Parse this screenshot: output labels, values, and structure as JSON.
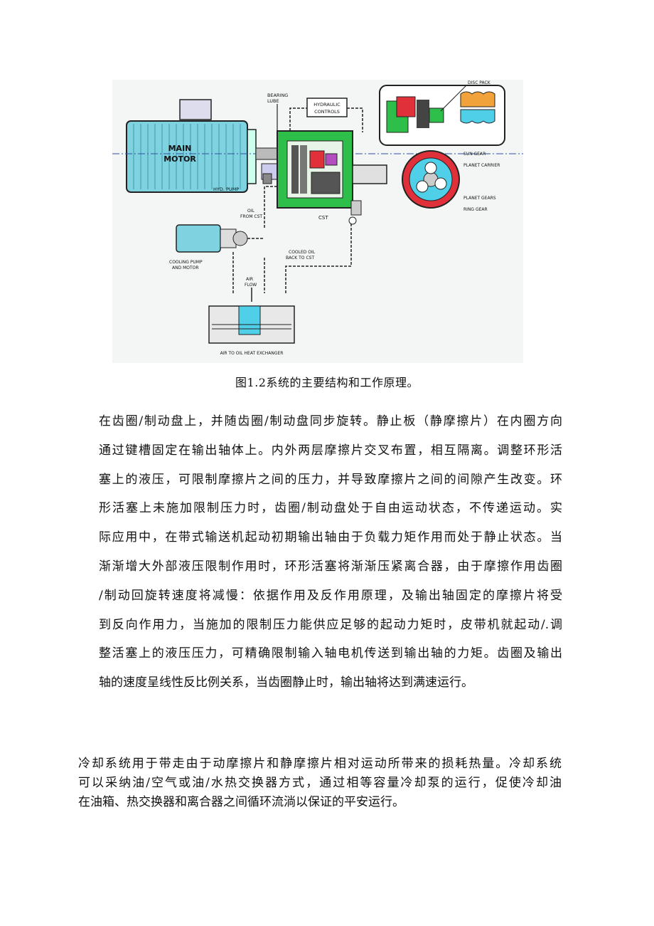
{
  "figure": {
    "labels": {
      "bearing_lube": [
        "BEARING",
        "LUBE"
      ],
      "hydraulic_controls": [
        "HYDRAULIC",
        "CONTROLS"
      ],
      "main_motor": [
        "MAIN",
        "MOTOR"
      ],
      "hyd_pump": "HYD. PUMP",
      "oil_from_cst": [
        "OIL",
        "FROM CST"
      ],
      "cst": "CST",
      "cooling_pump": [
        "COOLING PUMP",
        "AND MOTOR"
      ],
      "cooled_oil": [
        "COOLED OIL",
        "BACK TO CST"
      ],
      "air_flow": [
        "AIR",
        "FLOW"
      ],
      "heat_exchanger": "AIR TO OIL HEAT EXCHANGER",
      "disc_pack": "DISC PACK",
      "sun_gear": "SUN GEAR",
      "planet_carrier": "PLANET CARRIER",
      "planet_gears": "PLANET GEARS",
      "ring_gear": "RING GEAR"
    },
    "colors": {
      "motor": "#7fd3e0",
      "housing": "#2dbf4a",
      "disc": "#e0313a",
      "gear_orange": "#f2a23a",
      "gear_cyan": "#4fd0e8",
      "outline": "#1a1a1a"
    }
  },
  "caption": "图1.2系统的主要结构和工作原理。",
  "paragraph1": [
    "在齿圈/制动盘上，并随齿圈/制动盘同步旋转。静止板（静摩擦片）在内圈方向",
    "通过键槽固定在输出轴体上。内外两层摩擦片交叉布置，相互隔离。调整环形活",
    "塞上的液压，可限制摩擦片之间的压力，并导致摩擦片之间的间隙产生改变。环",
    "形活塞上未施加限制压力时，齿圈/制动盘处于自由运动状态，不传递运动。实",
    "际应用中，在带式输送机起动初期输出轴由于负载力矩作用而处于静止状态。当",
    "渐渐增大外部液压限制作用时，环形活塞将渐渐压紧离合器，由于摩擦作用齿圈",
    "/制动回旋转速度将减慢：依据作用及反作用原理，及输出轴固定的摩擦片将受",
    "到反向作用力，当施加的限制压力能供应足够的起动力矩时，皮带机就起动/.调",
    "整活塞上的液压压力，可精确限制输入轴电机传送到输出轴的力矩。齿圈及输出",
    "轴的速度呈线性反比例关系，当齿圈静止时，输出轴将达到满速运行。"
  ],
  "paragraph2": [
    "冷却系统用于带走由于动摩擦片和静摩擦片相对运动所带来的损耗热量。冷却系统",
    "可以采纳油/空气或油/水热交换器方式，通过相等容量冷却泵的运行，促使冷却油",
    "在油箱、热交换器和离合器之间循环流淌以保证的平安运行。"
  ]
}
